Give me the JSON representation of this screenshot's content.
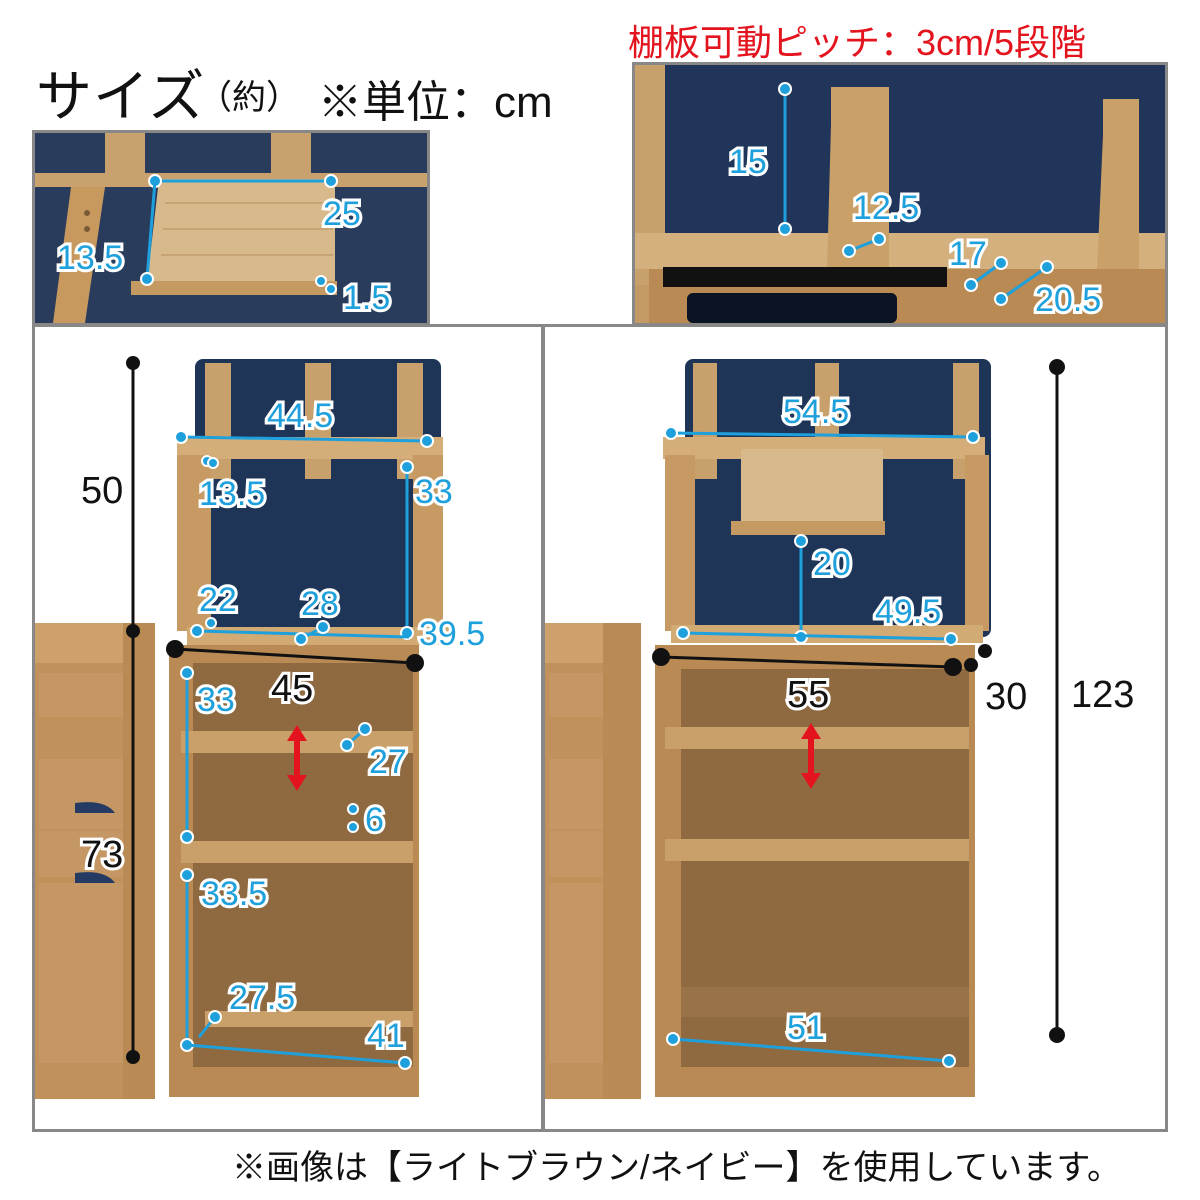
{
  "header": {
    "title": "サイズ",
    "approx": "（約）",
    "unit_note": "※単位：cm",
    "pitch_note": "棚板可動ピッチ：3cm/5段階"
  },
  "footer": {
    "note": "※画像は【ライトブラウン/ネイビー】を使用しています。"
  },
  "colors": {
    "dimension_blue": "#1ea0dc",
    "outline_black": "#111111",
    "arrow_red": "#e3141e",
    "wood": "#b98a54",
    "navy_panel": "#1f3558"
  },
  "panels": {
    "tray_detail": {
      "labels": [
        "25",
        "13.5",
        "1.5"
      ]
    },
    "shelf_detail": {
      "labels": [
        "15",
        "12.5",
        "17",
        "20.5"
      ]
    },
    "narrow_shelf": {
      "blue_labels": [
        "44.5",
        "13.5",
        "33",
        "22",
        "28",
        "39.5",
        "33",
        "27",
        "6",
        "33.5",
        "27.5",
        "41"
      ],
      "black_labels": [
        "50",
        "45",
        "73"
      ]
    },
    "wide_shelf": {
      "blue_labels": [
        "54.5",
        "20",
        "49.5",
        "51"
      ],
      "black_labels": [
        "55",
        "30",
        "123"
      ]
    }
  }
}
